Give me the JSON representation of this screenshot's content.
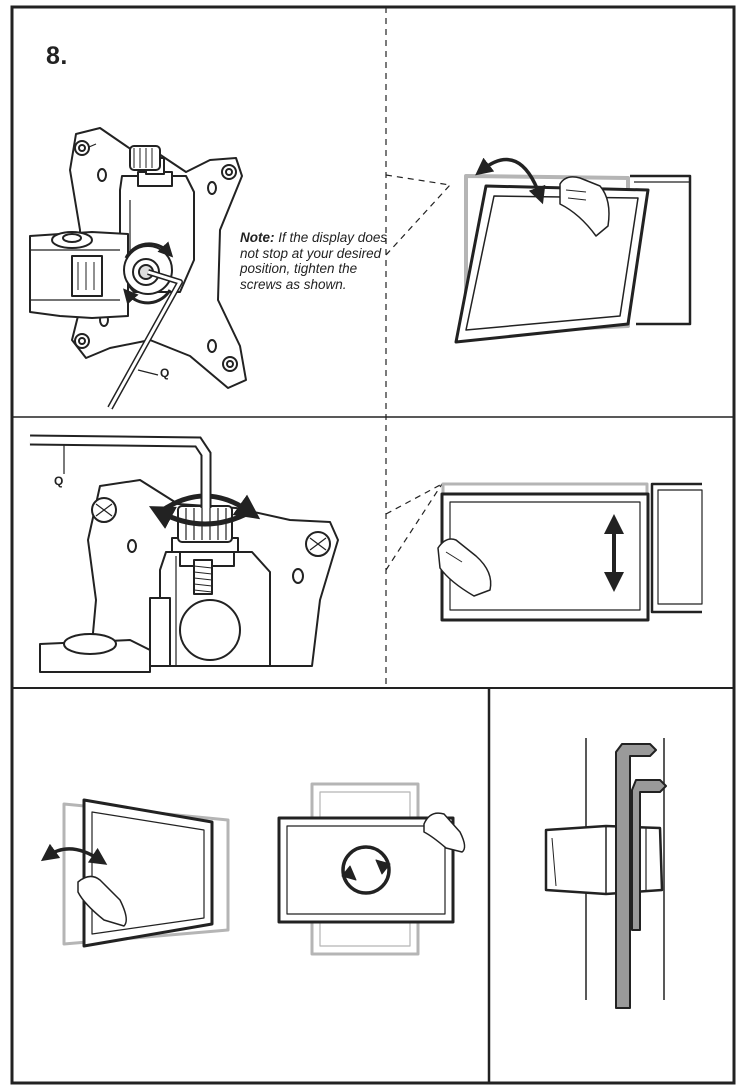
{
  "step": {
    "number": "8."
  },
  "note": {
    "label": "Note:",
    "text": "If the display does not stop at your desired position, tighten the screws as shown."
  },
  "callouts": {
    "tool_top": "Q",
    "tool_mid": "Q"
  },
  "colors": {
    "line": "#222222",
    "ghost": "#b5b5b5",
    "tool_fill": "#9a9a9a",
    "panel_fill": "#ffffff"
  }
}
